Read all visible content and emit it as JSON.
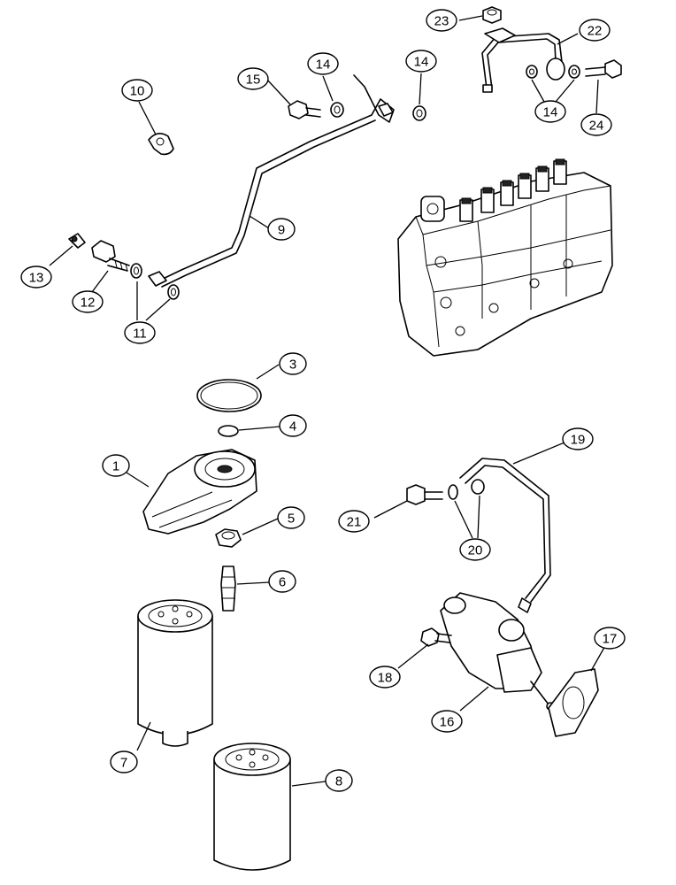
{
  "callouts": [
    {
      "id": "c1",
      "label": "1"
    },
    {
      "id": "c3",
      "label": "3"
    },
    {
      "id": "c4",
      "label": "4"
    },
    {
      "id": "c5",
      "label": "5"
    },
    {
      "id": "c6",
      "label": "6"
    },
    {
      "id": "c7",
      "label": "7"
    },
    {
      "id": "c8",
      "label": "8"
    },
    {
      "id": "c9",
      "label": "9"
    },
    {
      "id": "c10",
      "label": "10"
    },
    {
      "id": "c11",
      "label": "11"
    },
    {
      "id": "c12",
      "label": "12"
    },
    {
      "id": "c13",
      "label": "13"
    },
    {
      "id": "c14a",
      "label": "14"
    },
    {
      "id": "c14b",
      "label": "14"
    },
    {
      "id": "c14c",
      "label": "14"
    },
    {
      "id": "c15",
      "label": "15"
    },
    {
      "id": "c16",
      "label": "16"
    },
    {
      "id": "c17",
      "label": "17"
    },
    {
      "id": "c18",
      "label": "18"
    },
    {
      "id": "c19",
      "label": "19"
    },
    {
      "id": "c20",
      "label": "20"
    },
    {
      "id": "c21",
      "label": "21"
    },
    {
      "id": "c22",
      "label": "22"
    },
    {
      "id": "c23",
      "label": "23"
    },
    {
      "id": "c24",
      "label": "24"
    }
  ]
}
